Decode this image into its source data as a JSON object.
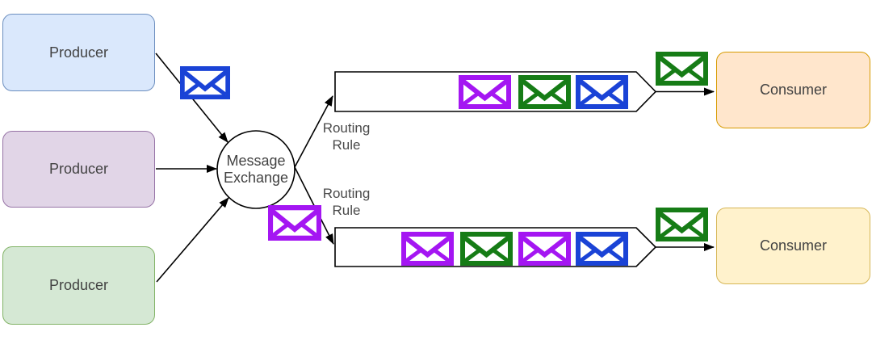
{
  "diagram": {
    "producers": [
      {
        "label": "Producer"
      },
      {
        "label": "Producer"
      },
      {
        "label": "Producer"
      }
    ],
    "exchange": {
      "line1": "Message",
      "line2": "Exchange"
    },
    "routing_rules": [
      {
        "line1": "Routing",
        "line2": "Rule"
      },
      {
        "line1": "Routing",
        "line2": "Rule"
      }
    ],
    "consumers": [
      {
        "label": "Consumer"
      },
      {
        "label": "Consumer"
      }
    ],
    "messages": {
      "producer1_to_exchange": "blue",
      "exchange_to_queue2": "purple",
      "queue1_contents": [
        "purple",
        "green",
        "blue"
      ],
      "queue1_to_consumer": "green",
      "queue2_contents": [
        "purple",
        "green",
        "purple",
        "blue"
      ],
      "queue2_to_consumer": "green"
    },
    "colors": {
      "producer1_fill": "#dae8fc",
      "producer1_stroke": "#6c8ebf",
      "producer2_fill": "#e1d5e7",
      "producer2_stroke": "#9673a6",
      "producer3_fill": "#d5e8d4",
      "producer3_stroke": "#82b366",
      "consumer1_fill": "#ffe6cc",
      "consumer1_stroke": "#d79b00",
      "consumer2_fill": "#fff2cc",
      "consumer2_stroke": "#d6b656",
      "envelope_blue": "#1a43d6",
      "envelope_purple": "#a416f2",
      "envelope_green": "#167c16",
      "line_color": "#000000",
      "shape_fill": "#ffffff",
      "background": "#ffffff"
    }
  }
}
